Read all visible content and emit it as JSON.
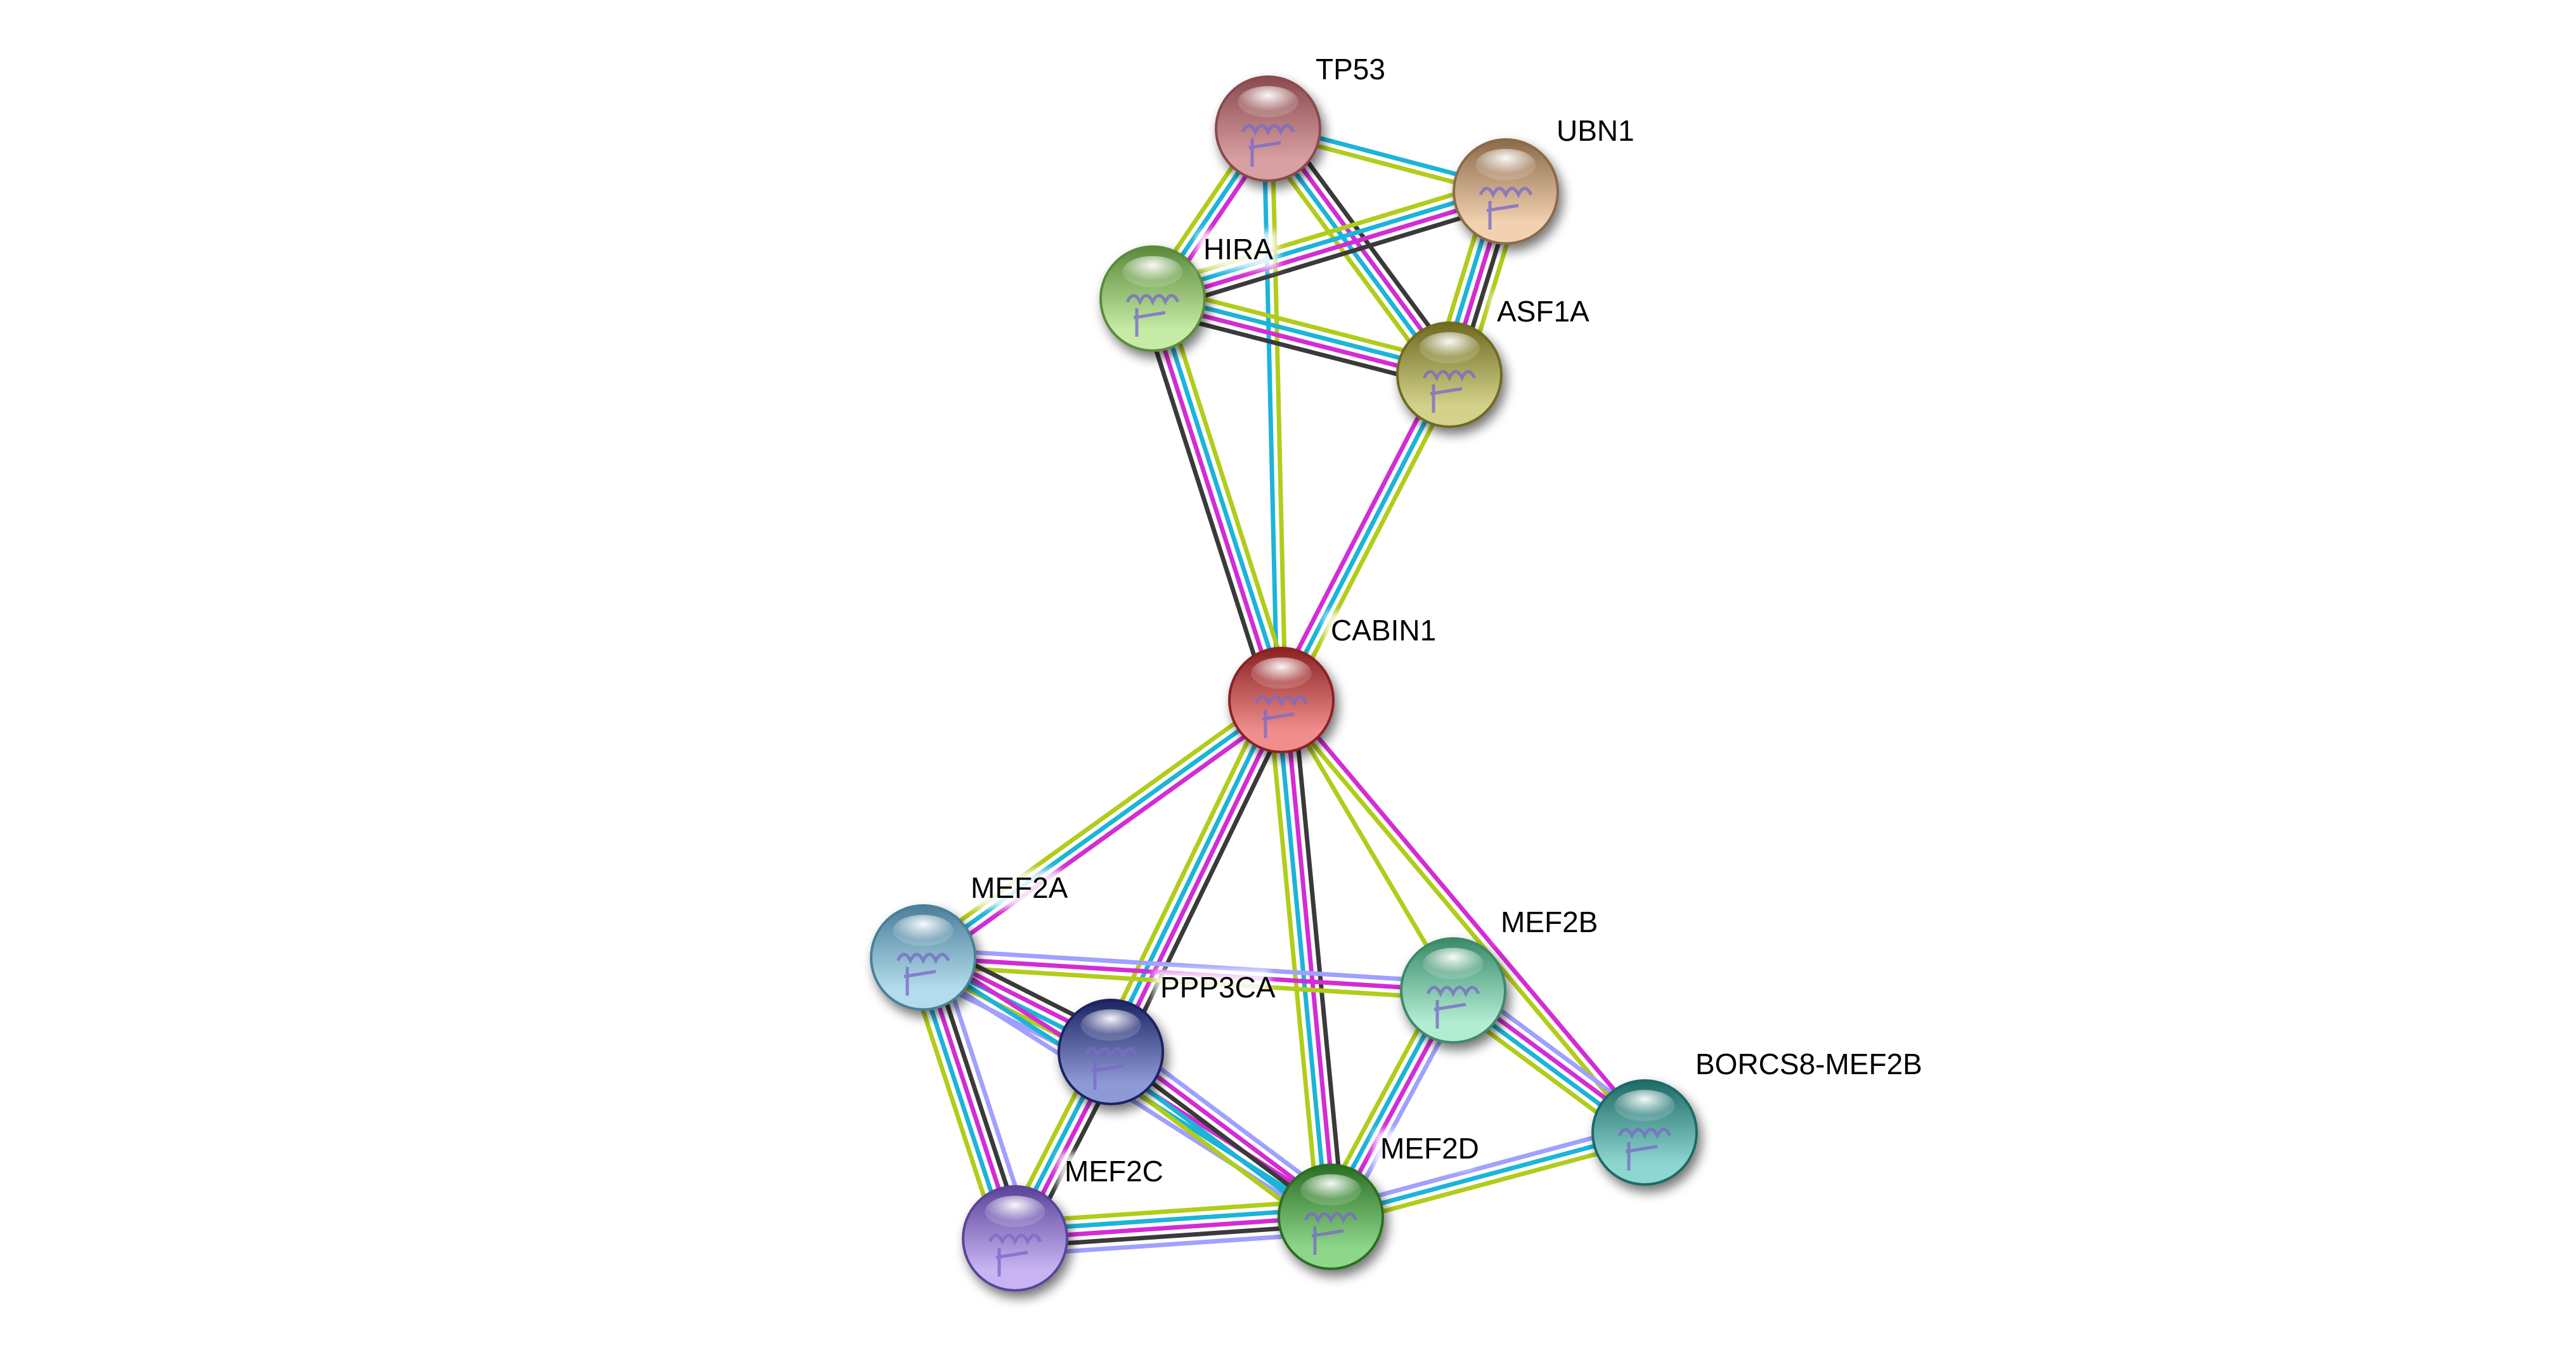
{
  "network": {
    "edge_colors": {
      "database": "#1cb4d9",
      "experiment": "#d42cd4",
      "textmining": "#b2cc1a",
      "coexpression": "#3a3a3a",
      "homology": "#a0a0ff"
    },
    "nodes": [
      {
        "id": "TP53",
        "label": "TP53",
        "color": "#d8a0a3",
        "dark": "#8a4a4e"
      },
      {
        "id": "UBN1",
        "label": "UBN1",
        "color": "#f2d1b0",
        "dark": "#8a6a4a"
      },
      {
        "id": "HIRA",
        "label": "HIRA",
        "color": "#c6eba6",
        "dark": "#5a8a3a"
      },
      {
        "id": "ASF1A",
        "label": "ASF1A",
        "color": "#d4d28a",
        "dark": "#6e6a20"
      },
      {
        "id": "CABIN1",
        "label": "CABIN1",
        "color": "#f08d8d",
        "dark": "#8a2222"
      },
      {
        "id": "MEF2A",
        "label": "MEF2A",
        "color": "#b4dcec",
        "dark": "#4a7f99"
      },
      {
        "id": "PPP3CA",
        "label": "PPP3CA",
        "color": "#8e9ad6",
        "dark": "#1c2462"
      },
      {
        "id": "MEF2B",
        "label": "MEF2B",
        "color": "#b2ecd2",
        "dark": "#3a8a6a"
      },
      {
        "id": "BORCS8-MEF2B",
        "label": "BORCS8-MEF2B",
        "color": "#8ed6d0",
        "dark": "#1e6a66"
      },
      {
        "id": "MEF2C",
        "label": "MEF2C",
        "color": "#c8b4f2",
        "dark": "#5a449a"
      },
      {
        "id": "MEF2D",
        "label": "MEF2D",
        "color": "#8ed68a",
        "dark": "#2a6e24"
      }
    ],
    "edges": [
      {
        "a": "TP53",
        "b": "UBN1",
        "types": [
          "database",
          "textmining"
        ]
      },
      {
        "a": "TP53",
        "b": "HIRA",
        "types": [
          "experiment",
          "database",
          "textmining"
        ]
      },
      {
        "a": "TP53",
        "b": "ASF1A",
        "types": [
          "coexpression",
          "experiment",
          "database",
          "textmining"
        ]
      },
      {
        "a": "TP53",
        "b": "CABIN1",
        "types": [
          "textmining",
          "database"
        ]
      },
      {
        "a": "UBN1",
        "b": "HIRA",
        "types": [
          "coexpression",
          "experiment",
          "database",
          "textmining"
        ]
      },
      {
        "a": "UBN1",
        "b": "ASF1A",
        "types": [
          "textmining",
          "coexpression",
          "experiment",
          "database",
          "textmining"
        ]
      },
      {
        "a": "HIRA",
        "b": "ASF1A",
        "types": [
          "textmining",
          "database",
          "experiment",
          "coexpression"
        ]
      },
      {
        "a": "HIRA",
        "b": "CABIN1",
        "types": [
          "textmining",
          "database",
          "experiment",
          "coexpression"
        ]
      },
      {
        "a": "ASF1A",
        "b": "CABIN1",
        "types": [
          "textmining",
          "database",
          "experiment"
        ]
      },
      {
        "a": "CABIN1",
        "b": "MEF2A",
        "types": [
          "experiment",
          "database",
          "textmining"
        ]
      },
      {
        "a": "CABIN1",
        "b": "PPP3CA",
        "types": [
          "coexpression",
          "experiment",
          "database",
          "textmining"
        ]
      },
      {
        "a": "CABIN1",
        "b": "MEF2D",
        "types": [
          "coexpression",
          "experiment",
          "database",
          "textmining"
        ]
      },
      {
        "a": "CABIN1",
        "b": "MEF2B",
        "types": [
          "textmining"
        ]
      },
      {
        "a": "CABIN1",
        "b": "BORCS8-MEF2B",
        "types": [
          "experiment",
          "textmining"
        ]
      },
      {
        "a": "MEF2A",
        "b": "MEF2B",
        "types": [
          "homology",
          "experiment",
          "textmining"
        ]
      },
      {
        "a": "MEF2A",
        "b": "PPP3CA",
        "types": [
          "coexpression",
          "experiment",
          "database",
          "textmining",
          "homology"
        ]
      },
      {
        "a": "MEF2A",
        "b": "MEF2C",
        "types": [
          "homology",
          "coexpression",
          "experiment",
          "database",
          "textmining"
        ]
      },
      {
        "a": "MEF2A",
        "b": "MEF2D",
        "types": [
          "experiment",
          "database",
          "homology"
        ]
      },
      {
        "a": "PPP3CA",
        "b": "MEF2C",
        "types": [
          "coexpression",
          "experiment",
          "database",
          "textmining"
        ]
      },
      {
        "a": "PPP3CA",
        "b": "MEF2D",
        "types": [
          "homology",
          "experiment",
          "coexpression",
          "database",
          "textmining"
        ]
      },
      {
        "a": "MEF2B",
        "b": "MEF2D",
        "types": [
          "homology",
          "experiment",
          "database",
          "textmining"
        ]
      },
      {
        "a": "MEF2B",
        "b": "BORCS8-MEF2B",
        "types": [
          "homology",
          "experiment",
          "database",
          "textmining"
        ]
      },
      {
        "a": "MEF2C",
        "b": "MEF2D",
        "types": [
          "textmining",
          "database",
          "experiment",
          "coexpression",
          "homology"
        ]
      },
      {
        "a": "MEF2D",
        "b": "BORCS8-MEF2B",
        "types": [
          "homology",
          "database",
          "textmining"
        ]
      }
    ]
  }
}
